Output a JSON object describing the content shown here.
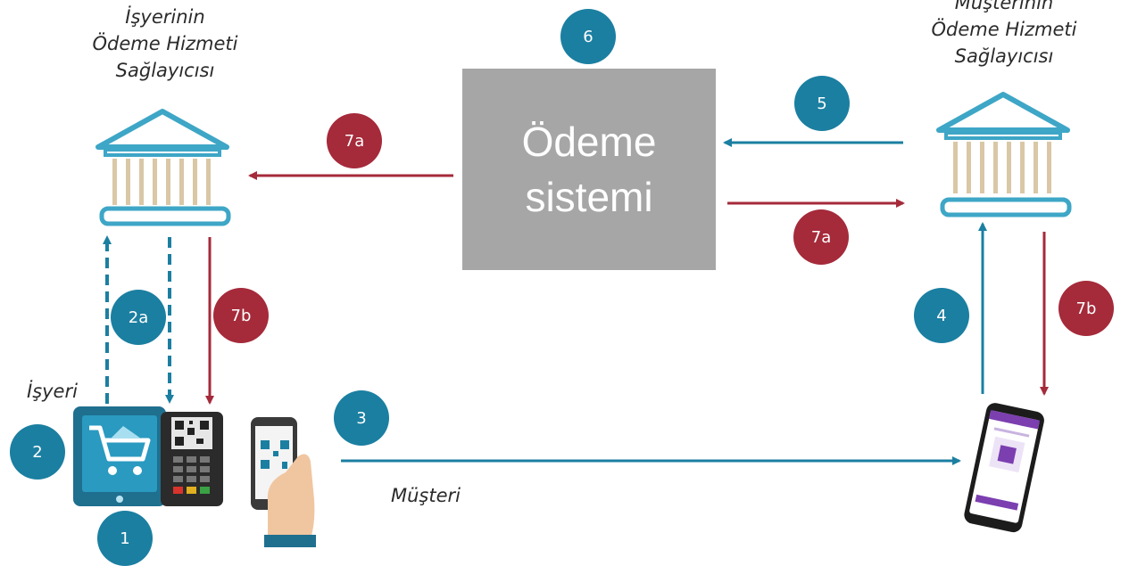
{
  "labels": {
    "merchant_psp": [
      "İşyerinin",
      "Ödeme Hizmeti",
      "Sağlayıcısı"
    ],
    "customer_psp": [
      "Müşterinin",
      "Ödeme Hizmeti",
      "Sağlayıcısı"
    ],
    "merchant": "İşyeri",
    "customer": "Müşteri"
  },
  "payment_system": [
    "Ödeme",
    "sistemi"
  ],
  "steps": {
    "s1": "1",
    "s2": "2",
    "s2a": "2a",
    "s3": "3",
    "s4": "4",
    "s5": "5",
    "s6": "6",
    "s7a_left": "7a",
    "s7a_right": "7a",
    "s7b_left": "7b",
    "s7b_right": "7b"
  },
  "colors": {
    "teal": "#1b7fa1",
    "red": "#a52a3a",
    "gray": "#a6a6a6",
    "bank_outline": "#3ea6c6",
    "bank_column": "#d9c7a6"
  }
}
